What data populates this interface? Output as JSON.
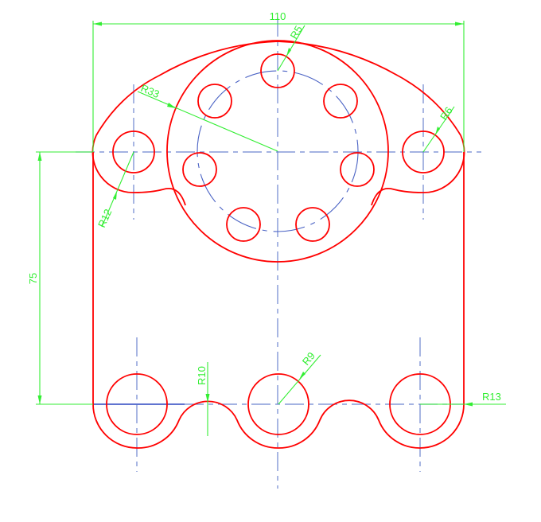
{
  "drawing": {
    "type": "mechanical plate CAD drawing",
    "colors": {
      "outline": "#ff0000",
      "centerline": "#4a62c4",
      "dimension": "#33ee33",
      "background": "#ffffff"
    },
    "dimensions": {
      "overall_width": "110",
      "hole_center_height": "75",
      "r_bolt_hole": "R5",
      "r_big_boss": "R33",
      "r_ear_outer": "R12",
      "r_ear_hole": "R6",
      "r_bump": "R10",
      "r_bottom_hole": "R9",
      "r_bottom_outer": "R13"
    }
  }
}
